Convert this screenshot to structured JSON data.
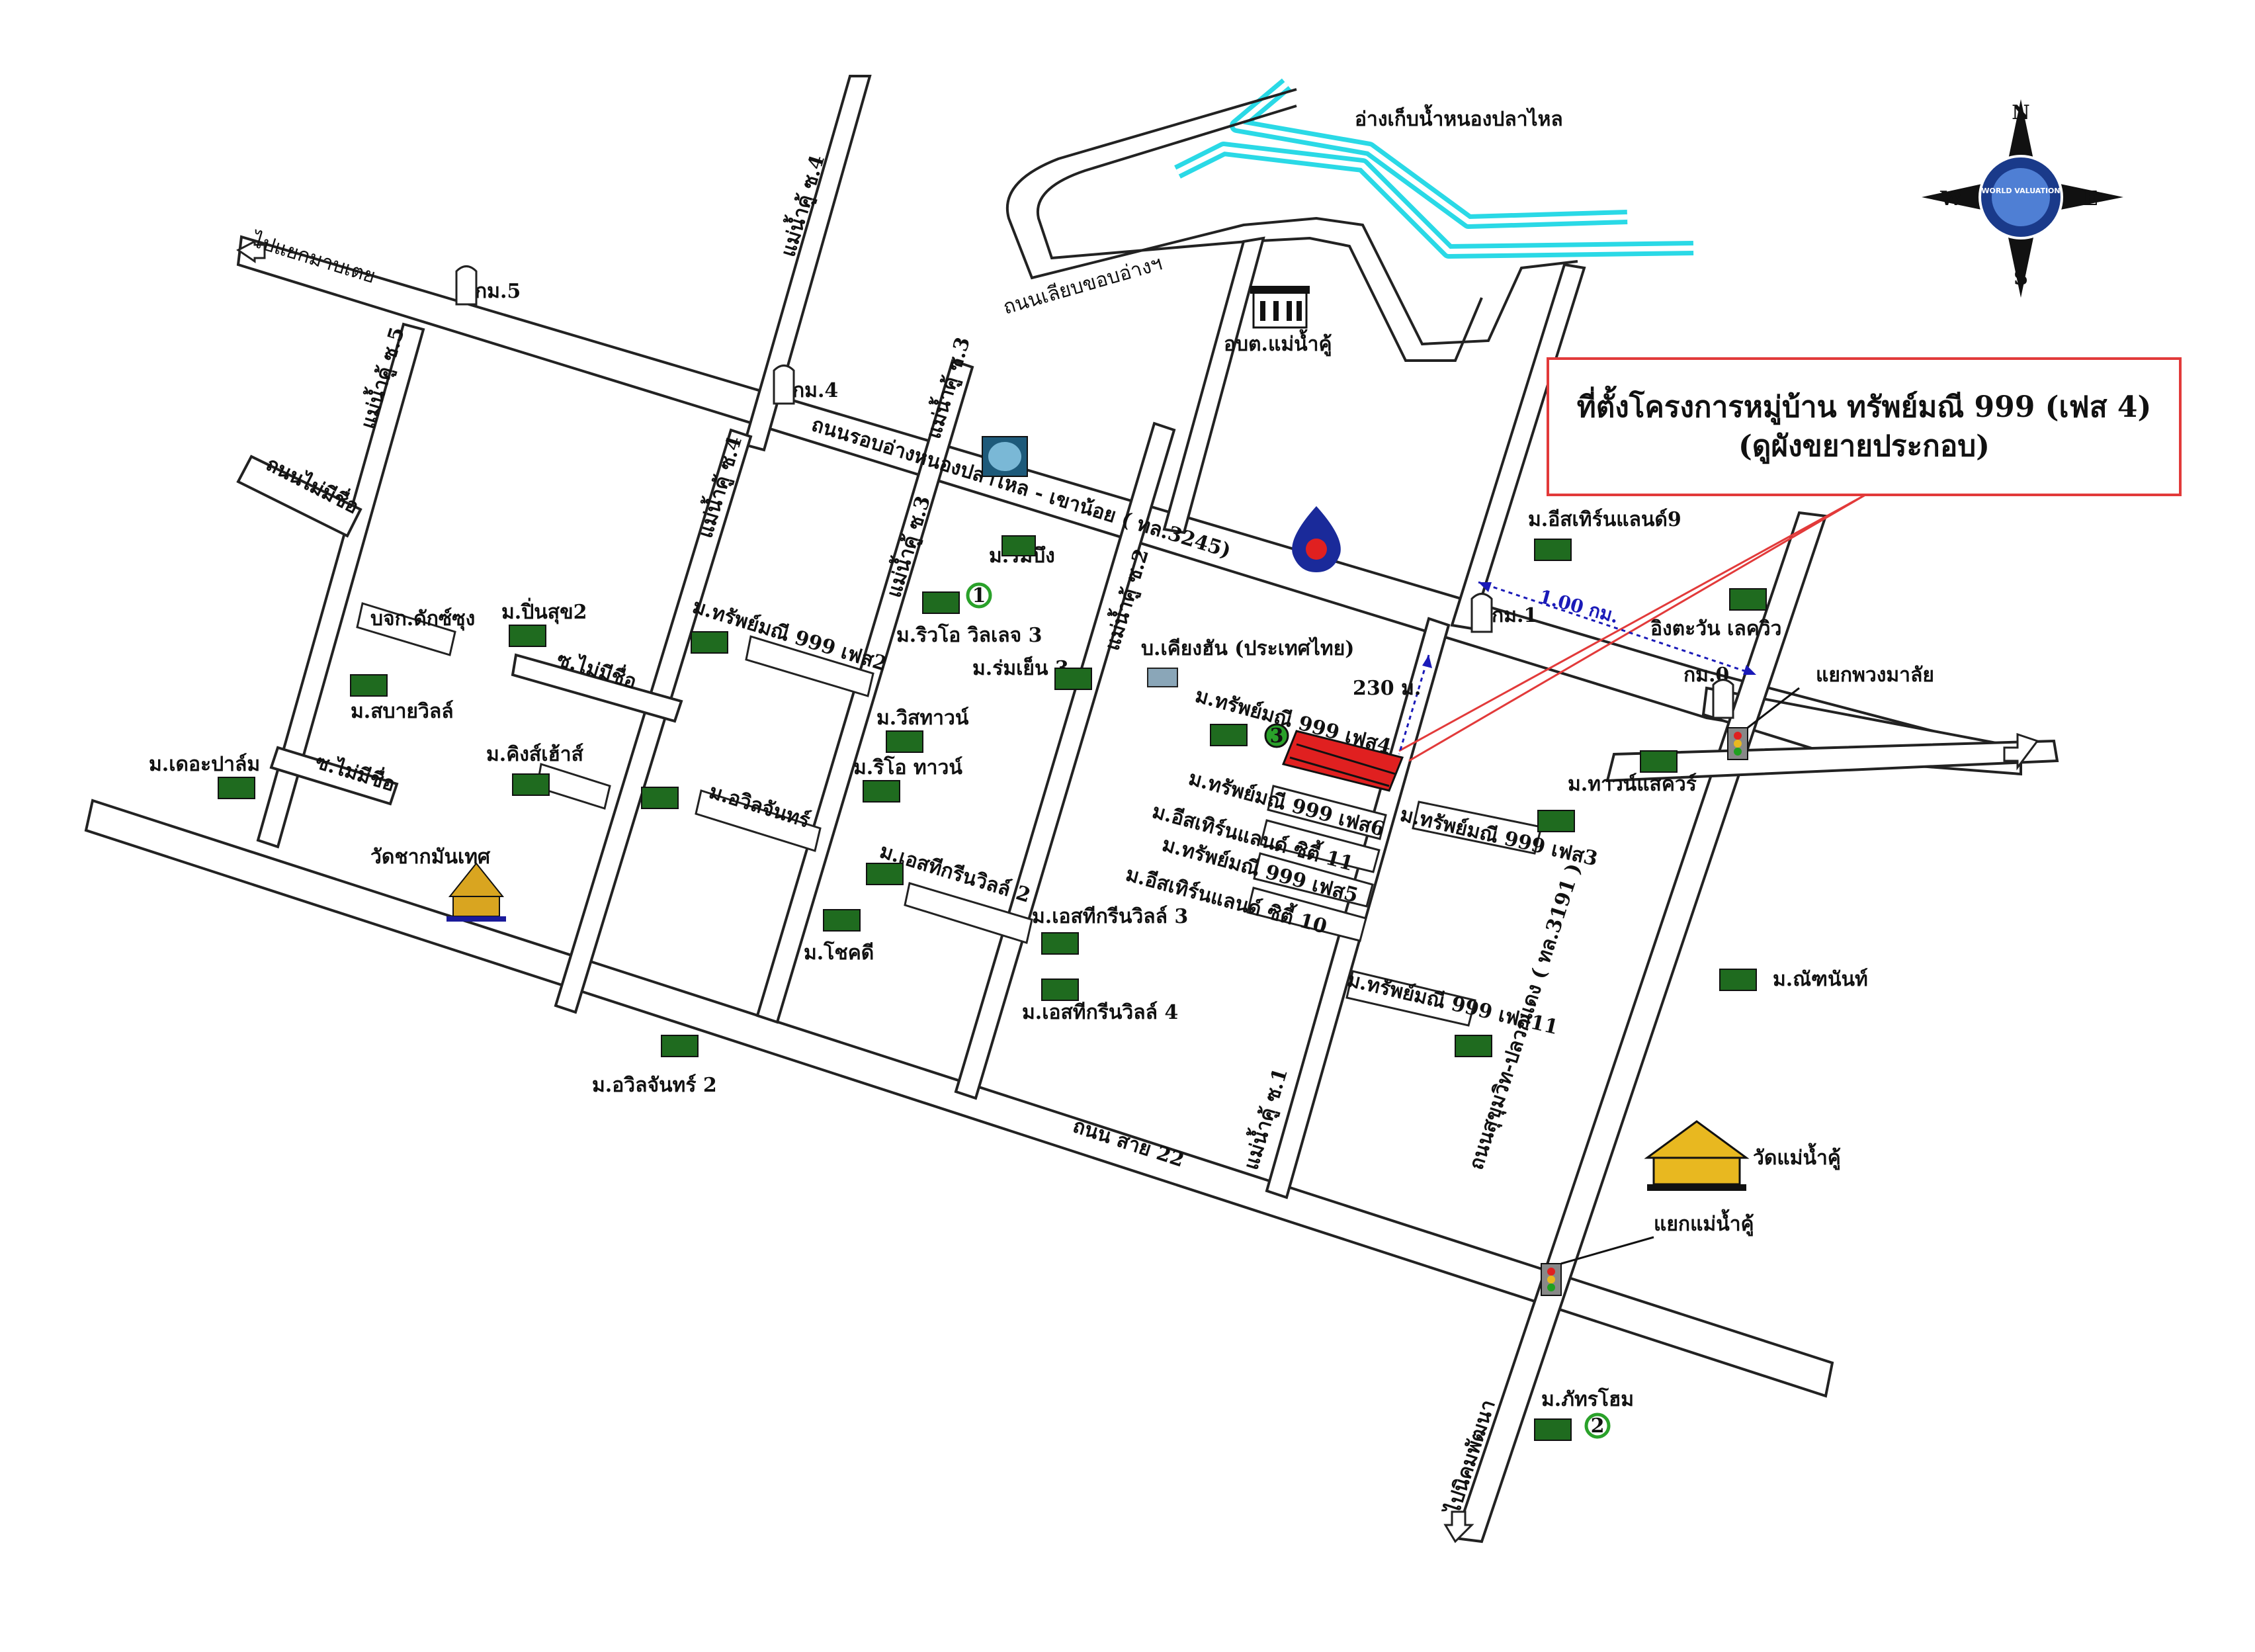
{
  "callout": {
    "line1": "ที่ตั้งโครงการหมู่บ้าน ทรัพย์มณี 999 (เฟส 4)",
    "line2": "(ดูผังขยายประกอบ)"
  },
  "compass": {
    "n": "N",
    "s": "S",
    "e": "E",
    "w": "W",
    "ring_text": "WORLD VALUATION"
  },
  "roads": {
    "main_road": "ถนนรอบอ่างหนองปลาไหล - เขาน้อย ( ทล.3245)",
    "road_22": "ถนน สาย 22",
    "sukhumvit": "ถนนสุขุมวิท-ปลวกแดง ( ทล.3191 )",
    "reservoir_road": "ถนนเลียบขอบอ่างฯ",
    "to_mab_tayo": "ไปแยกมาบเตย",
    "to_nikom": "ไปนิคมพัฒนา",
    "soi_4_top": "แม่น้ำคู้ ซ.4",
    "soi_5": "แม่น้ำคู้ ซ.5",
    "soi_4": "แม่น้ำคู้ ซ.4",
    "soi_3_top": "แม่น้ำคู้ ซ.3",
    "soi_3": "แม่น้ำคู้ ซ.3",
    "soi_2": "แม่น้ำคู้ ซ.2",
    "soi_1": "แม่น้ำคู้ ซ.1",
    "mai_mi_chue_1": "ถนนไม่มีชื่อ",
    "mai_mi_chue_2": "ซ.ไม่มีชื่อ",
    "mai_mi_chue_3": "ซ.ไม่มีชื่อ"
  },
  "landmarks": {
    "reservoir": "อ่างเก็บน้ำหนองปลาไหล",
    "obt": "อบต.แม่น้ำคู้",
    "km5": "กม.5",
    "km4": "กม.4",
    "km1": "กม.1",
    "km0": "กม.0",
    "temple1": "วัดชากมันเทศ",
    "temple2": "วัดแม่น้ำคู้",
    "junction1": "แยกพวงมาลัย",
    "junction2": "แยกแม่น้ำคู้",
    "company": "บ.เคียงฮัน (ประเทศไทย)",
    "bokoro": "บจก.ดักซ์ซุง",
    "dist_1km": "1.00 กม.",
    "dist_230m": "230 ม."
  },
  "villages": {
    "rim_bueng": "ม.ริมบึง",
    "rivo": "ม.ริวโอ วิลเลจ 3",
    "rom_yen": "ม.ร่มเย็น 3",
    "wisa": "ม.วิสทาวน์",
    "rio": "ม.ริโอ ทาวน์",
    "pin_suk": "ม.ปิ่นสุข2",
    "sabai": "ม.สบายวิลล์",
    "kings": "ม.คิงส์เฮ้าส์",
    "the_pa": "ม.เดอะปาล์ม",
    "sap_f2": "ม.ทรัพย์มณี 999 เฟส2",
    "awin": "ม.อวิลจันทร์",
    "awin2": "ม.อวิลจันทร์ 2",
    "est2": "ม.เอสทีกรีนวิลล์ 2",
    "est3": "ม.เอสทีกรีนวิลล์ 3",
    "est4": "ม.เอสทีกรีนวิลล์ 4",
    "chokdee": "ม.โชคดี",
    "sap_f4": "ม.ทรัพย์มณี 999 เฟส4",
    "sap_f6": "ม.ทรัพย์มณี 999 เฟส6",
    "east_11": "ม.อีสเทิร์นแลนด์ ซิตี้ 11",
    "sap_f5": "ม.ทรัพย์มณี 999 เฟส5",
    "east_10": "ม.อีสเทิร์นแลนด์ ซิตี้ 10",
    "sap_f3": "ม.ทรัพย์มณี 999 เฟส3",
    "sap_f11": "ม.ทรัพย์มณี 999 เฟส11",
    "east9": "ม.อีสเทิร์นแลนด์9",
    "ing": "อิงตะวัน เลควิว",
    "town": "ม.ทาวน์แสควร์",
    "nat": "ม.ณัฑนันท์",
    "phat": "ม.ภัทรโฮม"
  },
  "markers": {
    "m1": "1",
    "m2": "2",
    "m3": "3"
  },
  "colors": {
    "river": "#2ad9e6",
    "callout_border": "#e23a3a",
    "site_fill": "#e02020",
    "marker_green": "#2aa12a",
    "blue_text": "#1a1ab8"
  }
}
